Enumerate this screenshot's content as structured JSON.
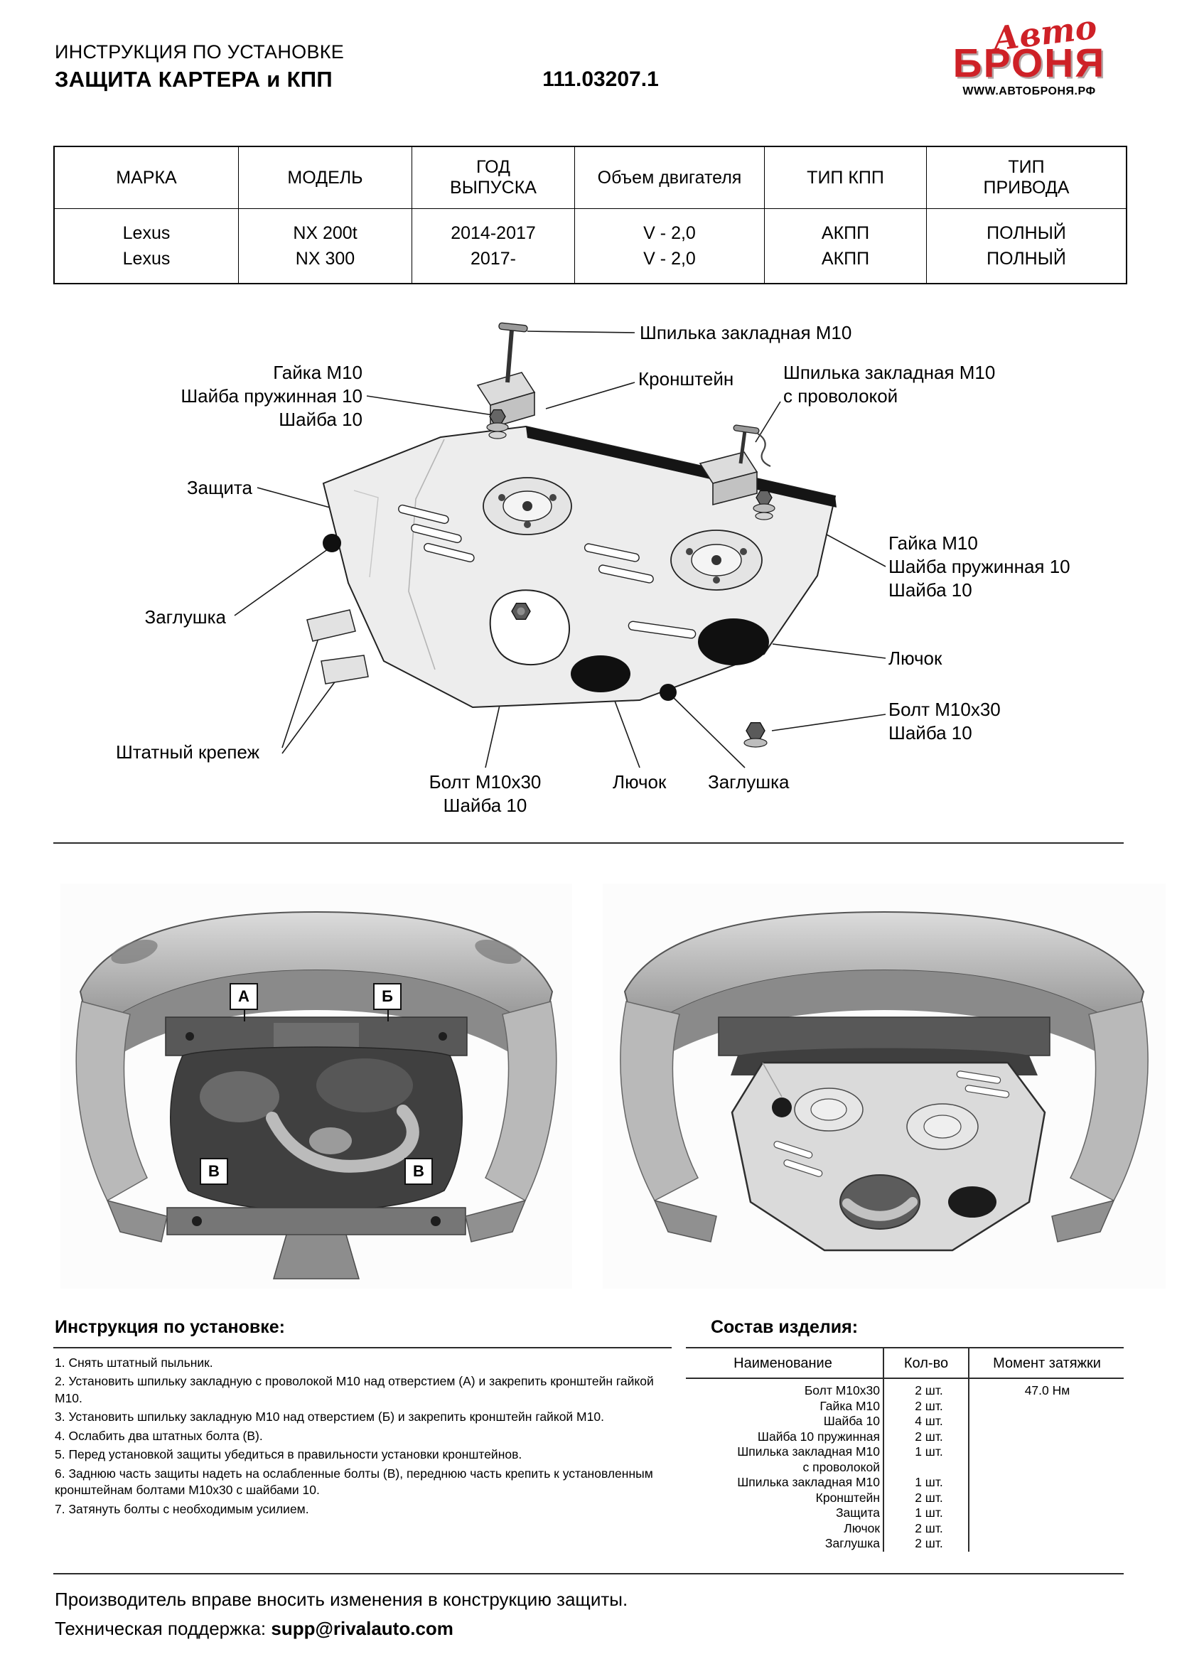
{
  "header": {
    "title_line1": "ИНСТРУКЦИЯ ПО УСТАНОВКЕ",
    "title_line2": "ЗАЩИТА КАРТЕРА и КПП",
    "part_number": "111.03207.1",
    "logo": {
      "script_text": "Авто",
      "main_text": "БРОНЯ",
      "website": "WWW.АВТОБРОНЯ.РФ",
      "brand_color": "#ce2127"
    }
  },
  "vehicle_table": {
    "headers": [
      "МАРКА",
      "МОДЕЛЬ",
      "ГОД\nВЫПУСКА",
      "Объем двигателя",
      "ТИП КПП",
      "ТИП\nПРИВОДА"
    ],
    "rows": [
      [
        "Lexus",
        "NX 200t",
        "2014-2017",
        "V - 2,0",
        "АКПП",
        "ПОЛНЫЙ"
      ],
      [
        "Lexus",
        "NX 300",
        "2017-",
        "V - 2,0",
        "АКПП",
        "ПОЛНЫЙ"
      ]
    ]
  },
  "diagram": {
    "labels": {
      "stud_top": "Шпилька закладная М10",
      "bracket": "Кронштейн",
      "stud_wire": "Шпилька закладная М10\nс проволокой",
      "fasteners_left": "Гайка М10\nШайба пружинная 10\nШайба 10",
      "plate": "Защита",
      "fasteners_right": "Гайка М10\nШайба пружинная 10\nШайба 10",
      "plug_left": "Заглушка",
      "hatch_right": "Лючок",
      "bolt_right": "Болт М10х30\nШайба 10",
      "factory_mount": "Штатный крепеж",
      "bolt_bottom": "Болт М10х30\nШайба 10",
      "hatch_bottom": "Лючок",
      "plug_bottom": "Заглушка"
    }
  },
  "photos": {
    "marker_a": "А",
    "marker_b": "Б",
    "marker_v": "В"
  },
  "instructions": {
    "title": "Инструкция по установке:",
    "steps": [
      "1. Снять штатный пыльник.",
      "2. Установить шпильку закладную с проволокой М10  над отверстием (А) и закрепить кронштейн гайкой М10.",
      "3. Установить шпильку закладную М10  над отверстием (Б) и закрепить кронштейн гайкой М10.",
      "4. Ослабить два штатных болта (В).",
      "5. Перед установкой защиты убедиться в правильности установки кронштейнов.",
      "6. Заднюю часть защиты надеть на ослабленные болты (В), переднюю часть крепить к установленным кронштейнам болтами М10х30 с шайбами 10.",
      "7. Затянуть болты с необходимым усилием."
    ]
  },
  "parts": {
    "title": "Состав изделия:",
    "headers": [
      "Наименование",
      "Кол-во",
      "Момент затяжки"
    ],
    "rows": [
      {
        "name": "Болт М10х30",
        "qty": "2 шт.",
        "torque": "47.0 Нм"
      },
      {
        "name": "Гайка М10",
        "qty": "2 шт.",
        "torque": ""
      },
      {
        "name": "Шайба 10",
        "qty": "4 шт.",
        "torque": ""
      },
      {
        "name": "Шайба 10 пружинная",
        "qty": "2 шт.",
        "torque": ""
      },
      {
        "name": "Шпилька закладная М10\nс проволокой",
        "qty": "1 шт.",
        "torque": ""
      },
      {
        "name": "Шпилька закладная М10",
        "qty": "1 шт.",
        "torque": ""
      },
      {
        "name": "Кронштейн",
        "qty": "2 шт.",
        "torque": ""
      },
      {
        "name": "Защита",
        "qty": "1 шт.",
        "torque": ""
      },
      {
        "name": "Лючок",
        "qty": "2 шт.",
        "torque": ""
      },
      {
        "name": "Заглушка",
        "qty": "2 шт.",
        "torque": ""
      }
    ]
  },
  "footer": {
    "disclaimer": "Производитель вправе вносить изменения в конструкцию защиты.",
    "support_label": "Техническая поддержка: ",
    "support_email": "supp@rivalauto.com"
  }
}
